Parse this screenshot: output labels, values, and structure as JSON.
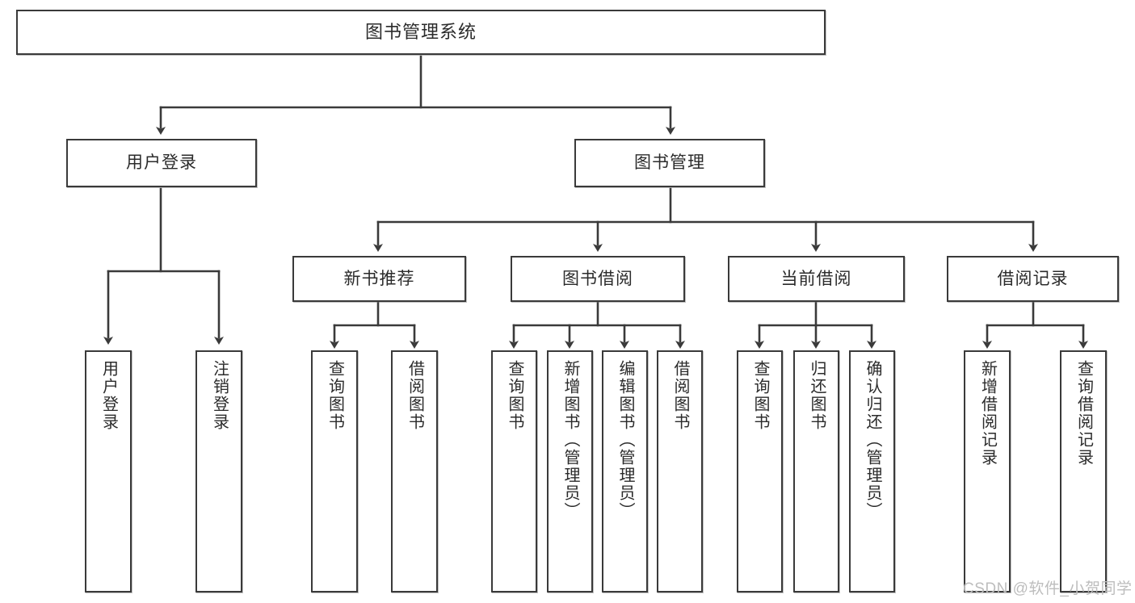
{
  "diagram": {
    "title": "图书管理系统",
    "type": "tree-hierarchy-flowchart",
    "colors": {
      "node_border": "#3a3a3a",
      "node_fill": "#ffffff",
      "connector": "#3a3a3a",
      "background": "#ffffff",
      "watermark": "#bdbdbd"
    },
    "root": {
      "label": "图书管理系统"
    },
    "level2": [
      {
        "id": "user-login",
        "label": "用户登录"
      },
      {
        "id": "book-management",
        "label": "图书管理"
      }
    ],
    "level3": [
      {
        "id": "new-book-recommend",
        "label": "新书推荐",
        "parent": "book-management"
      },
      {
        "id": "book-borrow",
        "label": "图书借阅",
        "parent": "book-management"
      },
      {
        "id": "current-borrow",
        "label": "当前借阅",
        "parent": "book-management"
      },
      {
        "id": "borrow-record",
        "label": "借阅记录",
        "parent": "book-management"
      }
    ],
    "leaves": [
      {
        "id": "leaf-user-login",
        "label": "用户登录",
        "parent": "user-login"
      },
      {
        "id": "leaf-logout-login",
        "label": "注销登录",
        "parent": "user-login"
      },
      {
        "id": "leaf-query-book-1",
        "label": "查询图书",
        "parent": "new-book-recommend"
      },
      {
        "id": "leaf-borrow-book-1",
        "label": "借阅图书",
        "parent": "new-book-recommend"
      },
      {
        "id": "leaf-query-book-2",
        "label": "查询图书",
        "parent": "book-borrow"
      },
      {
        "id": "leaf-add-book",
        "label": "新增图书（管理员）",
        "parent": "book-borrow"
      },
      {
        "id": "leaf-edit-book",
        "label": "编辑图书（管理员）",
        "parent": "book-borrow"
      },
      {
        "id": "leaf-borrow-book-2",
        "label": "借阅图书",
        "parent": "book-borrow"
      },
      {
        "id": "leaf-query-book-3",
        "label": "查询图书",
        "parent": "current-borrow"
      },
      {
        "id": "leaf-return-book",
        "label": "归还图书",
        "parent": "current-borrow"
      },
      {
        "id": "leaf-confirm-return",
        "label": "确认归还（管理员）",
        "parent": "current-borrow"
      },
      {
        "id": "leaf-add-record",
        "label": "新增借阅记录",
        "parent": "borrow-record"
      },
      {
        "id": "leaf-query-record",
        "label": "查询借阅记录",
        "parent": "borrow-record"
      }
    ],
    "watermark": "CSDN @软件_小贺同学"
  }
}
